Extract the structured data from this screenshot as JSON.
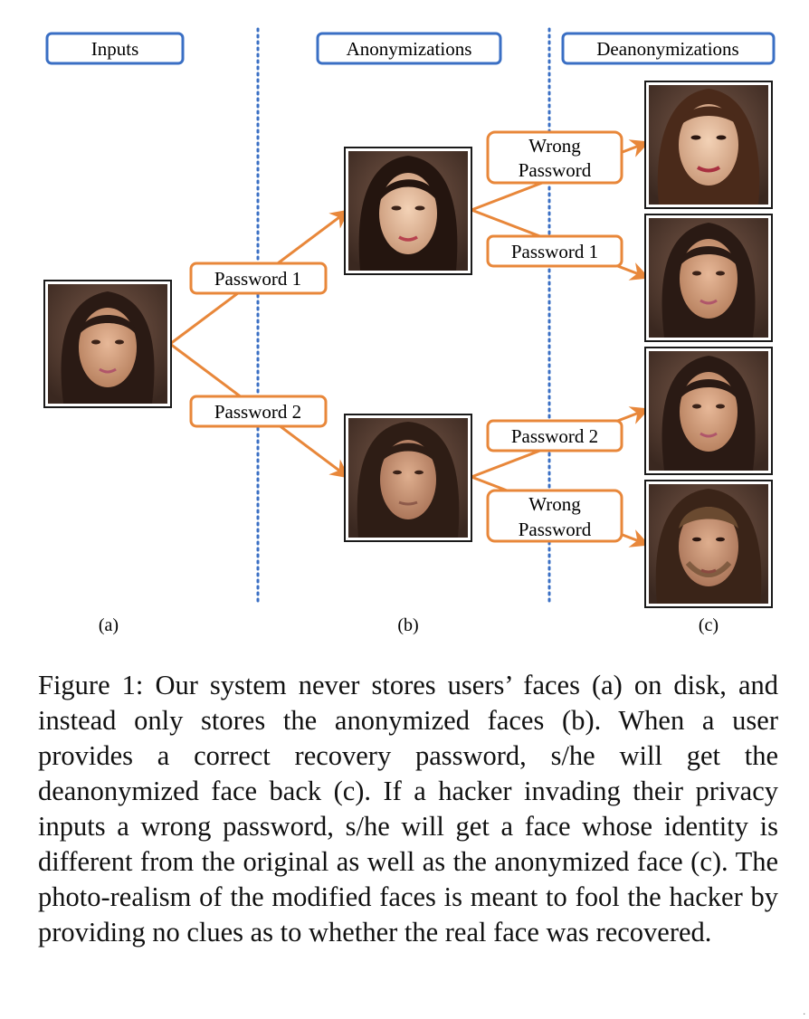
{
  "figure": {
    "headers": [
      "Inputs",
      "Anonymizations",
      "Deanonymizations"
    ],
    "subfigure_labels": [
      "(a)",
      "(b)",
      "(c)"
    ],
    "arrow_labels": {
      "a_to_b_top": "Password 1",
      "a_to_b_bottom": "Password 2",
      "b1_wrong": [
        "Wrong",
        "Password"
      ],
      "b1_correct": "Password 1",
      "b2_correct": "Password 2",
      "b2_wrong": [
        "Wrong",
        "Password"
      ]
    },
    "faces": {
      "input": "input-face",
      "anon_1": "anonymized-face-1",
      "anon_2": "anonymized-face-2",
      "deanon_wrong_1": "deanonymized-wrong-face-1",
      "deanon_correct_1": "deanonymized-correct-face-1",
      "deanon_correct_2": "deanonymized-correct-face-2",
      "deanon_wrong_2": "deanonymized-wrong-face-2"
    },
    "colors": {
      "header_border": "#3a6fc4",
      "arrow": "#e8873a",
      "divider": "#3a6fc4",
      "frame": "#1a1a1a",
      "photo_bg": "#4a3128"
    }
  },
  "caption": {
    "text": "Figure 1: Our system never stores users’ faces (a) on disk, and instead only stores the anonymized faces (b). When a user provides a correct recovery password, s/he will get the deanonymized face back (c). If a hacker invading their privacy inputs a wrong password, s/he will get a face whose identity is different from the original as well as the anonymized face (c). The photo-realism of the modified faces is meant to fool the hacker by providing no clues as to whether the real face was recovered."
  },
  "corner_mark": "."
}
